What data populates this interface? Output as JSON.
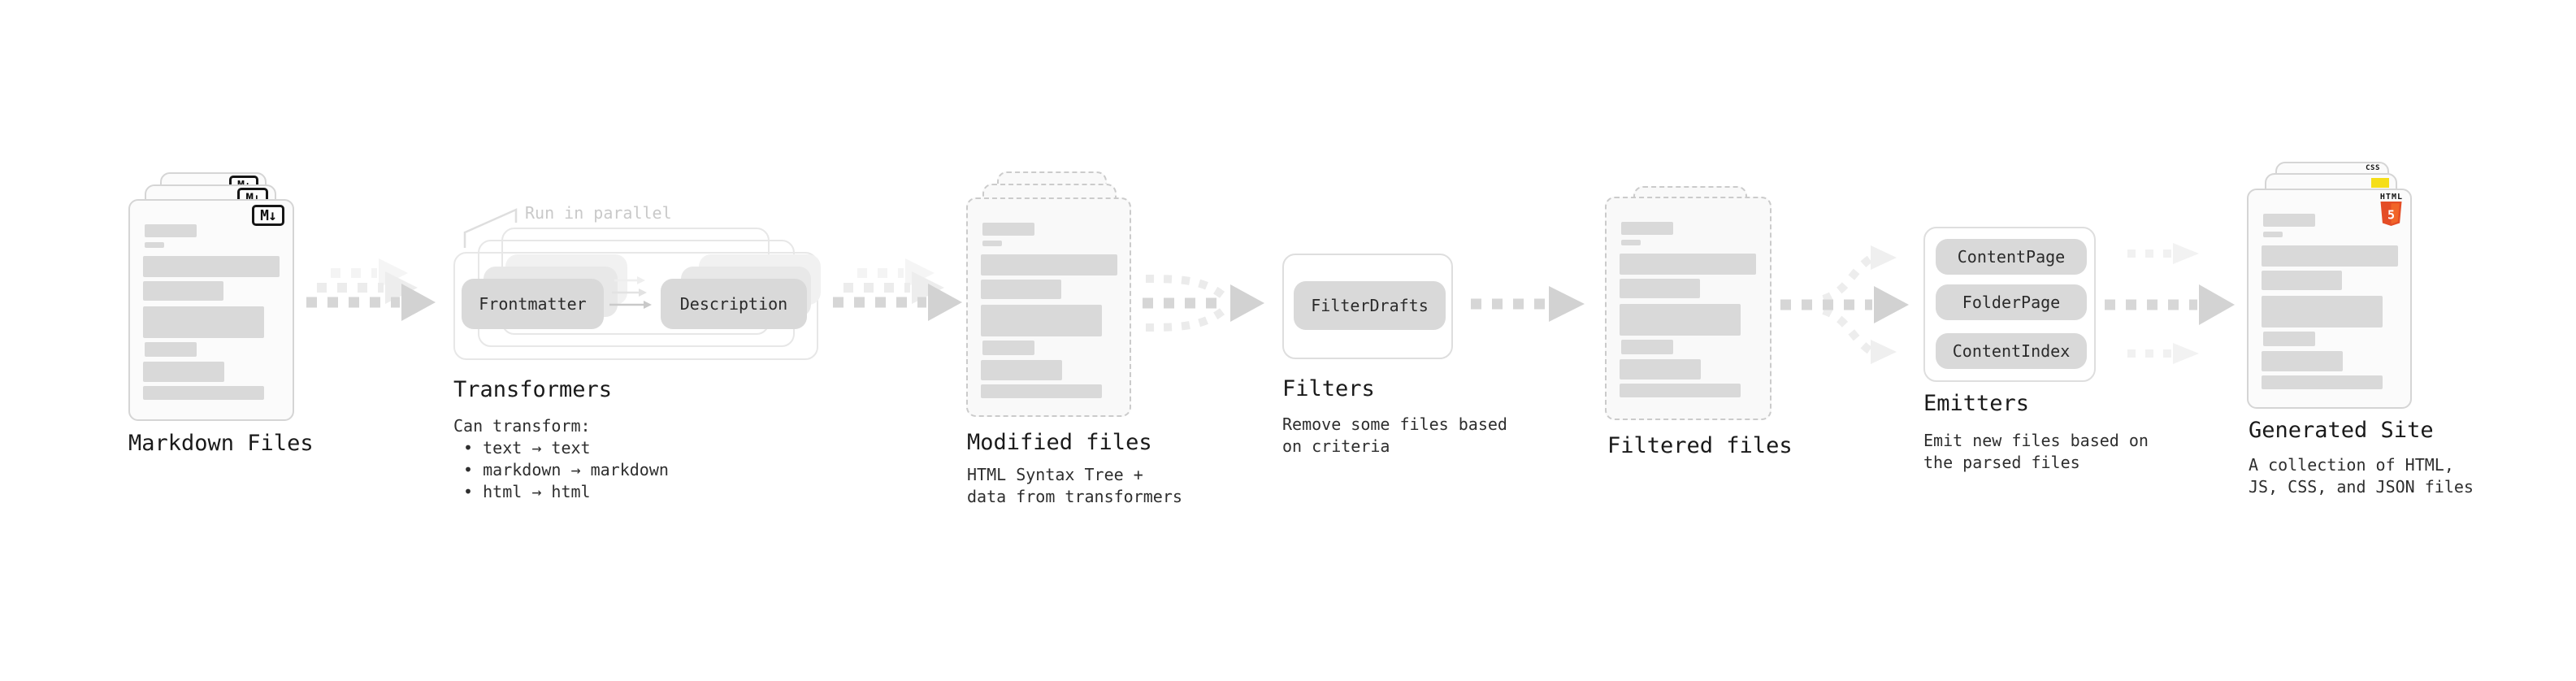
{
  "stages": {
    "markdown": {
      "title": "Markdown Files",
      "badge": "M↓"
    },
    "transformers": {
      "annotation": "Run in parallel",
      "button_left": "Frontmatter",
      "button_right": "Description",
      "title": "Transformers",
      "desc": [
        "Can transform:",
        " • text → text",
        " • markdown → markdown",
        " • html → html"
      ]
    },
    "modified": {
      "title": "Modified files",
      "desc": [
        "HTML Syntax Tree +",
        "data from transformers"
      ]
    },
    "filters": {
      "button": "FilterDrafts",
      "title": "Filters",
      "desc": [
        "Remove some files based",
        "on criteria"
      ]
    },
    "filtered": {
      "title": "Filtered files"
    },
    "emitters": {
      "buttons": [
        "ContentPage",
        "FolderPage",
        "ContentIndex"
      ],
      "title": "Emitters",
      "desc": [
        "Emit new files based on",
        "the parsed files"
      ]
    },
    "generated": {
      "title": "Generated Site",
      "badge_css": "CSS",
      "badge_html_label": "HTML",
      "badge_html_number": "5",
      "desc": [
        "A collection of HTML,",
        "JS, CSS, and JSON files"
      ]
    }
  },
  "colors": {
    "html5_orange": "#e44d26",
    "html5_orange_light": "#f16529",
    "js_yellow": "#f5de19",
    "css_blue": "#2965f1"
  }
}
